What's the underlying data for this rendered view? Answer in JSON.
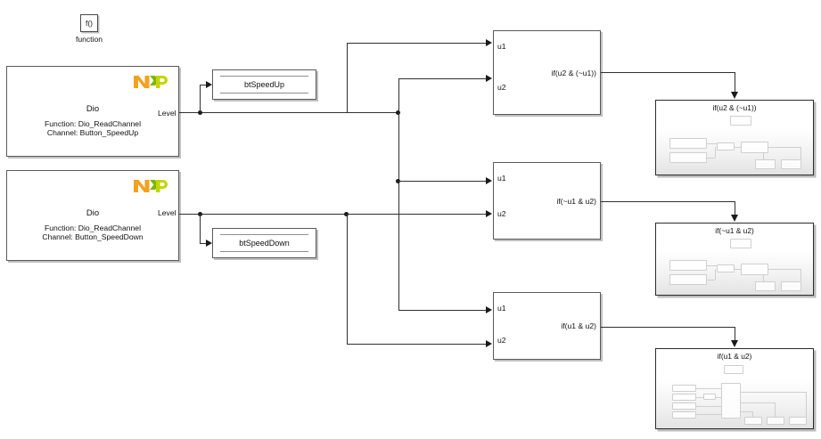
{
  "diagram": {
    "title": "Simulink model canvas",
    "background": "#ffffff",
    "wire_color": "#2f2f2f"
  },
  "function_block": {
    "label": "f()",
    "caption": "function"
  },
  "dio_blocks": [
    {
      "name": "Dio",
      "line1": "Function: Dio_ReadChannel",
      "line2": "Channel: Button_SpeedUp",
      "port_out": "Level",
      "logo": "nxp-logo"
    },
    {
      "name": "Dio",
      "line1": "Function: Dio_ReadChannel",
      "line2": "Channel: Button_SpeedDown",
      "port_out": "Level",
      "logo": "nxp-logo"
    }
  ],
  "signal_blocks": [
    {
      "label": "btSpeedUp"
    },
    {
      "label": "btSpeedDown"
    }
  ],
  "if_blocks": [
    {
      "in1": "u1",
      "in2": "u2",
      "expr": "if(u2 & (~u1))"
    },
    {
      "in1": "u1",
      "in2": "u2",
      "expr": "if(~u1 & u2)"
    },
    {
      "in1": "u1",
      "in2": "u2",
      "expr": "if(u1 & u2)"
    }
  ],
  "subsystems": [
    {
      "title": "if(u2 & (~u1))",
      "layout": "a"
    },
    {
      "title": "if(~u1 & u2)",
      "layout": "a"
    },
    {
      "title": "if(u1 & u2)",
      "layout": "b"
    }
  ],
  "colors": {
    "nxp_orange": "#f4a11d",
    "nxp_green": "#7ab800",
    "nxp_yellow": "#c3d600",
    "block_border": "#5a5a5a",
    "subsystem_border": "#2b2b2b"
  }
}
